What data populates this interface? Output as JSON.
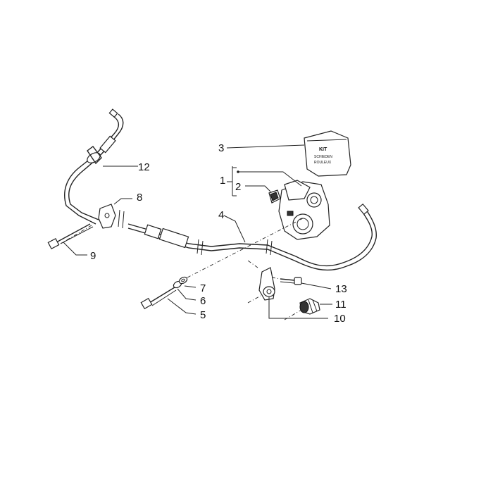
{
  "callouts": {
    "c1": "1",
    "c2": "2",
    "c3": "3",
    "c4": "4",
    "c5": "5",
    "c6": "6",
    "c7": "7",
    "c8": "8",
    "c9": "9",
    "c10": "10",
    "c11": "11",
    "c12": "12",
    "c13": "13"
  },
  "kit_label": {
    "line1": "KIT",
    "line2": "SCHIEDEN",
    "line3": "ROULEUX"
  }
}
